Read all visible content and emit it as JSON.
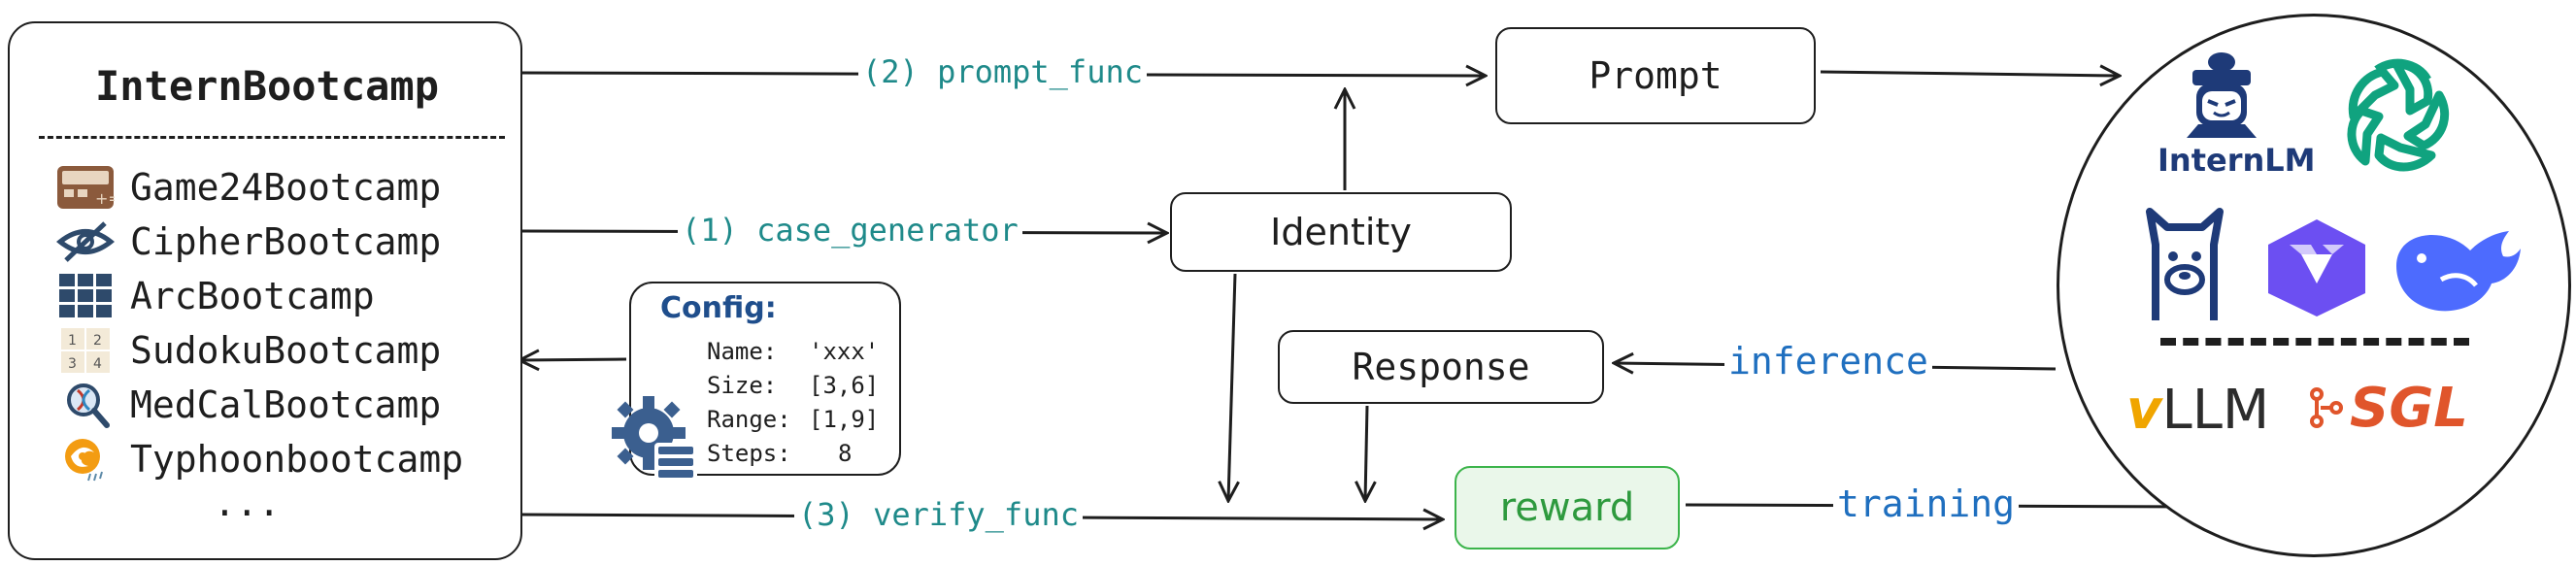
{
  "bootcamp": {
    "title": "InternBootcamp",
    "items": [
      {
        "label": "Game24Bootcamp",
        "icon": "calculator-icon"
      },
      {
        "label": "CipherBootcamp",
        "icon": "eye-slash-icon"
      },
      {
        "label": "ArcBootcamp",
        "icon": "grid-icon"
      },
      {
        "label": "SudokuBootcamp",
        "icon": "sudoku-icon"
      },
      {
        "label": "MedCalBootcamp",
        "icon": "magnifier-dna-icon"
      },
      {
        "label": "Typhoonbootcamp",
        "icon": "typhoon-icon"
      }
    ],
    "ellipsis": "..."
  },
  "config": {
    "title": "Config:",
    "rows": [
      {
        "key": "Name:",
        "value": "'xxx'"
      },
      {
        "key": "Size:",
        "value": "[3,6]"
      },
      {
        "key": "Range:",
        "value": "[1,9]"
      },
      {
        "key": "Steps:",
        "value": "8"
      }
    ],
    "icon": "gear-list-icon"
  },
  "nodes": {
    "prompt": "Prompt",
    "identity": "Identity",
    "response": "Response",
    "reward": "reward"
  },
  "edges": {
    "prompt_func": "(2) prompt_func",
    "case_generator": "(1) case_generator",
    "verify_func": "(3) verify_func",
    "inference": "inference",
    "training": "training"
  },
  "models": {
    "internlm": "InternLM",
    "vllm": "LLM",
    "vllm_prefix": "v",
    "sgl": "SGL"
  },
  "colors": {
    "teal": "#1f8a8a",
    "blue": "#1f6fbf",
    "reward_green": "#3cb44b",
    "reward_fill": "#eaf7ea",
    "qwen_purple": "#6c4ff2",
    "deepseek_blue": "#4d6bfe",
    "chatgpt_green": "#10a37f",
    "internlm_navy": "#1e3a78",
    "sgl_orange": "#e0552b"
  }
}
